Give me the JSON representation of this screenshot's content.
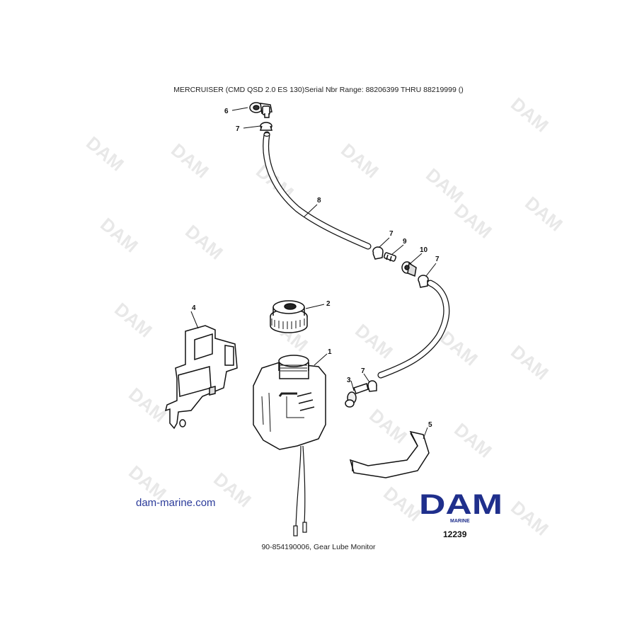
{
  "header": {
    "title": "MERCRUISER (CMD QSD 2.0 ES 130)Serial Nbr Range: 88206399 THRU 88219999 ()"
  },
  "footer": {
    "caption": "90-854190006, Gear Lube Monitor",
    "website": "dam-marine.com",
    "figure_number": "12239"
  },
  "logo": {
    "main": "DAM",
    "sub": "MARINE",
    "color": "#1f2f8c"
  },
  "watermark": {
    "text": "DAM"
  },
  "callouts": {
    "c1": "1",
    "c2": "2",
    "c3": "3",
    "c4": "4",
    "c5": "5",
    "c6": "6",
    "c7": "7",
    "c8": "8",
    "c9": "9",
    "c10": "10"
  }
}
